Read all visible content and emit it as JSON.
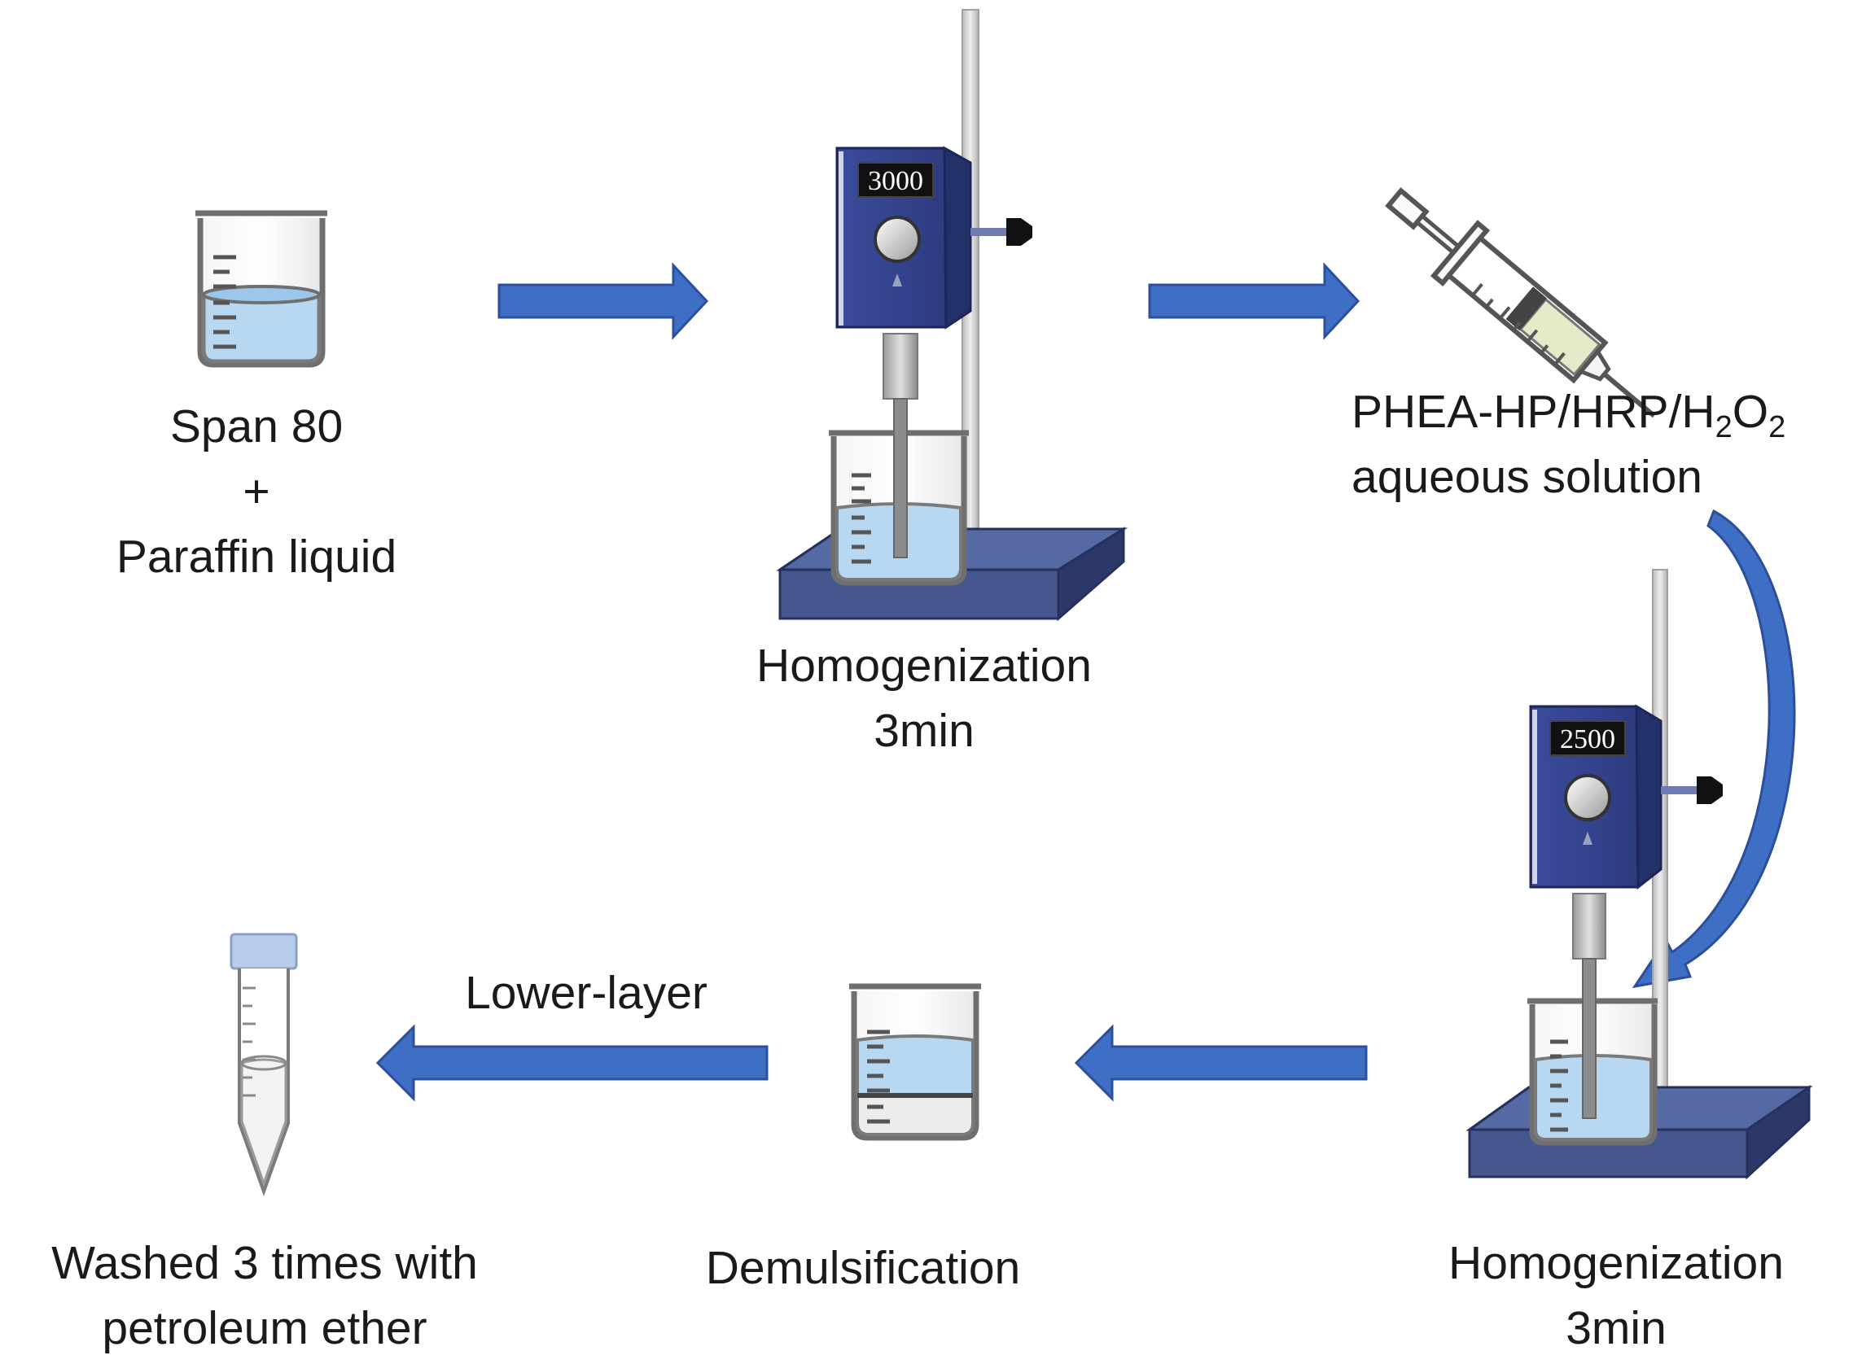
{
  "steps": {
    "span80": {
      "line1": "Span 80",
      "line2": "+",
      "line3": "Paraffin liquid"
    },
    "homogenize1": {
      "line1": "Homogenization",
      "line2": "3min",
      "speed": "3000"
    },
    "syringe": {
      "formula_prefix": "PHEA-HP/HRP/H",
      "sub1": "2",
      "mid": "O",
      "sub2": "2",
      "line2": "aqueous solution"
    },
    "homogenize2": {
      "line1": "Homogenization",
      "line2": "3min",
      "speed": "2500"
    },
    "demulsify": {
      "line1": "Demulsification"
    },
    "wash": {
      "line1": "Washed 3 times with",
      "line2": "petroleum ether"
    },
    "lower_layer": "Lower-layer"
  },
  "colors": {
    "arrow": "#3f6fc4",
    "arrow_dark": "#2b4f9a",
    "homogenizer_body": "#2f3f8a",
    "platform": "#3b4a82",
    "liquid": "#b8d8f2",
    "glass": "#7a7a7a"
  }
}
